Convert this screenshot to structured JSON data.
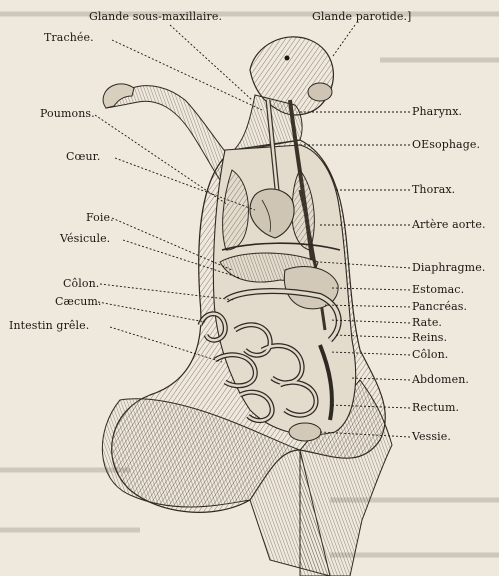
{
  "labels": {
    "glande_sous_maxillaire": "Glande sous-maxillaire.",
    "glande_parotide": "Glande parotide.]",
    "trachee": "Trachée.",
    "poumons": "Poumons.",
    "coeur": "Cœur.",
    "foie": "Foie.",
    "vesicule": "Vésicule.",
    "colon_left": "Côlon.",
    "caecum": "Cæcum.",
    "intestin_grele": "Intestin grêle.",
    "pharynx": "Pharynx.",
    "oesophage": "OEsophage.",
    "thorax": "Thorax.",
    "artere_aorte": "Artère aorte.",
    "diaphragme": "Diaphragme.",
    "estomac": "Estomac.",
    "pancreas": "Pancréas.",
    "rate": "Rate.",
    "reins": "Reins.",
    "colon_right": "Côlon.",
    "abdomen": "Abdomen.",
    "rectum": "Rectum.",
    "vessie": "Vessie."
  },
  "colors": {
    "paper": "#efe8dc",
    "ink": "#1a1713",
    "fur": "#b9ad9b",
    "organ": "#d8d0c2"
  }
}
